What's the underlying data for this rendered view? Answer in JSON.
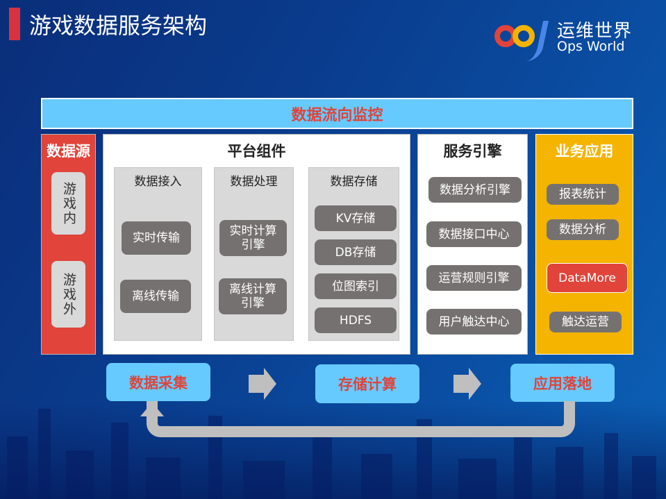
{
  "page": {
    "title": "游戏数据服务架构"
  },
  "logo": {
    "name_cn": "运维世界",
    "name_en": "Ops World",
    "colors": {
      "o1": "#e0443a",
      "o2": "#f4b400",
      "s": "#4a86e8"
    }
  },
  "monitor": {
    "label": "数据流向监控"
  },
  "data_source": {
    "title": "数据源",
    "items": [
      {
        "label": "游戏内"
      },
      {
        "label": "游戏外"
      }
    ]
  },
  "platform": {
    "title": "平台组件",
    "groups": [
      {
        "title": "数据接入",
        "items": [
          {
            "label": "实时传输"
          },
          {
            "label": "离线传输"
          }
        ]
      },
      {
        "title": "数据处理",
        "items": [
          {
            "label": "实时计算引擎"
          },
          {
            "label": "离线计算引擎"
          }
        ]
      },
      {
        "title": "数据存储",
        "items": [
          {
            "label": "KV存储"
          },
          {
            "label": "DB存储"
          },
          {
            "label": "位图索引"
          },
          {
            "label": "HDFS"
          }
        ]
      }
    ]
  },
  "service": {
    "title": "服务引擎",
    "items": [
      {
        "label": "数据分析引擎"
      },
      {
        "label": "数据接口中心"
      },
      {
        "label": "运营规则引擎"
      },
      {
        "label": "用户触达中心"
      }
    ]
  },
  "business": {
    "title": "业务应用",
    "items": [
      {
        "label": "报表统计"
      },
      {
        "label": "数据分析"
      },
      {
        "label": "DataMore"
      },
      {
        "label": "触达运营"
      }
    ]
  },
  "flow": {
    "steps": [
      {
        "label": "数据采集"
      },
      {
        "label": "存储计算"
      },
      {
        "label": "应用落地"
      }
    ]
  },
  "colors": {
    "accent_red": "#e0443a",
    "light_blue": "#66caff",
    "gold": "#f4b400",
    "pill_gray": "#767171",
    "panel_gray": "#d9d9d9"
  }
}
